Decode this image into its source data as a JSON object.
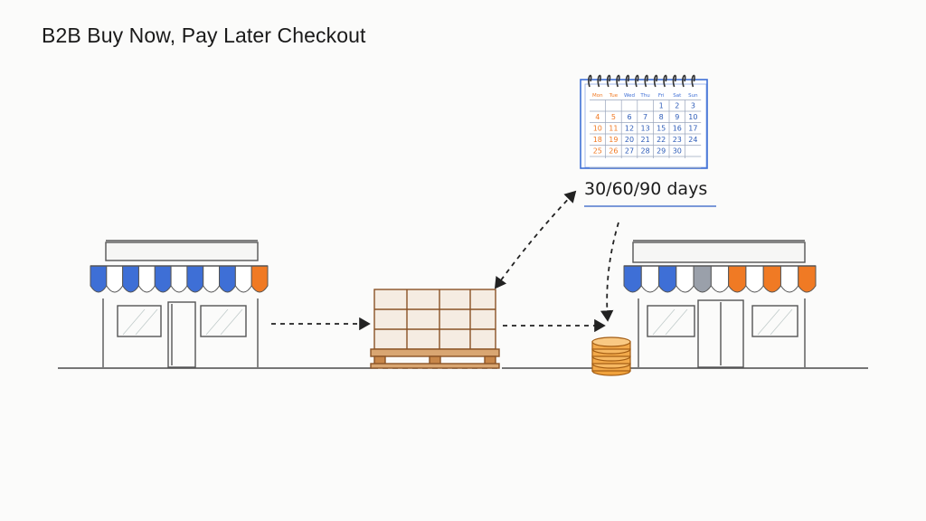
{
  "title": "B2B Buy Now, Pay Later Checkout",
  "payment_terms_label": "30/60/90 days",
  "colors": {
    "accent_blue": "#3e6fd6",
    "accent_orange": "#f07a24",
    "ink": "#3a3a3a",
    "wood": "#b06a2c",
    "coin": "#e8952e"
  },
  "calendar": {
    "header": [
      "Mon",
      "Tue",
      "Wed",
      "Thu",
      "Fri",
      "Sat",
      "Sun"
    ],
    "weeks": [
      [
        "",
        "",
        "",
        "",
        "1",
        "2",
        "3"
      ],
      [
        "4",
        "5",
        "6",
        "7",
        "8",
        "9",
        "10"
      ],
      [
        "10",
        "11",
        "12",
        "13",
        "15",
        "16",
        "17"
      ],
      [
        "18",
        "19",
        "20",
        "21",
        "22",
        "23",
        "24"
      ],
      [
        "25",
        "26",
        "27",
        "28",
        "29",
        "30",
        ""
      ],
      [
        "",
        "",
        "",
        "",
        "",
        "",
        ""
      ]
    ]
  },
  "icons": [
    "seller-storefront-icon",
    "calendar-icon",
    "pallet-goods-icon",
    "coin-stack-icon",
    "buyer-storefront-icon"
  ]
}
